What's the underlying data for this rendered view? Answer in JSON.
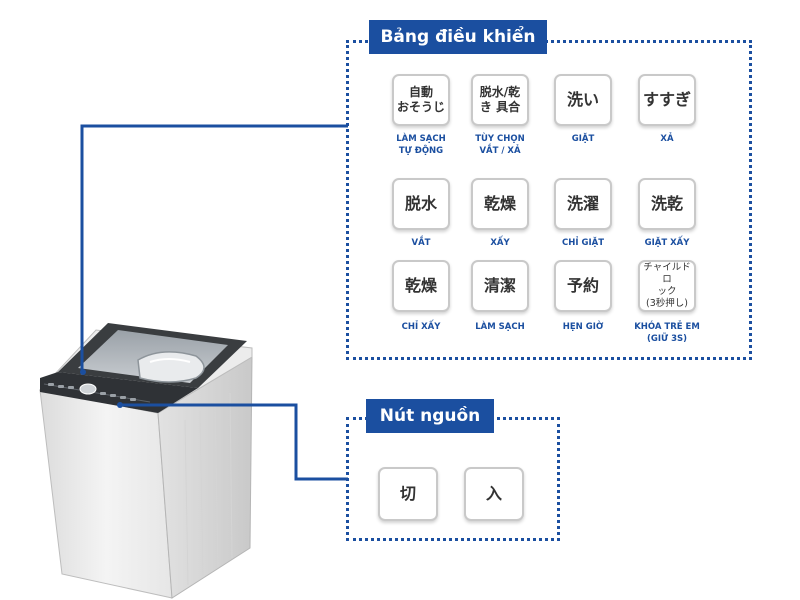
{
  "control_panel": {
    "title": "Bảng điều khiển",
    "buttons": [
      {
        "text": "自動\nおそうじ",
        "label": "LÀM SẠCH\nTỰ ĐỘNG"
      },
      {
        "text": "脱水/乾\nき 具合",
        "label": "TÙY CHỌN\nVẮT / XẢ"
      },
      {
        "text": "洗い",
        "label": "GIẶT"
      },
      {
        "text": "すすぎ",
        "label": "XẢ"
      },
      {
        "text": "脱水",
        "label": "VẮT"
      },
      {
        "text": "乾燥",
        "label": "XẤY"
      },
      {
        "text": "洗濯",
        "label": "CHỈ GIẶT"
      },
      {
        "text": "洗乾",
        "label": "GIẶT XẤY"
      },
      {
        "text": "乾燥",
        "label": "CHỈ XẤY"
      },
      {
        "text": "清潔",
        "label": "LÀM SẠCH"
      },
      {
        "text": "予約",
        "label": "HẸN GIỜ"
      },
      {
        "text": "チャイルドロ\nック\n(3秒押し)",
        "label": "KHÓA TRẺ EM\n(GIỮ 3S)"
      }
    ]
  },
  "power_panel": {
    "title": "Nút nguồn",
    "buttons": [
      {
        "text": "切"
      },
      {
        "text": "入"
      }
    ]
  },
  "colors": {
    "accent": "#1b4fa0",
    "button_border": "#c9c9c9",
    "machine_body": "#e8e8e8",
    "machine_lid": "#3a3d40"
  }
}
